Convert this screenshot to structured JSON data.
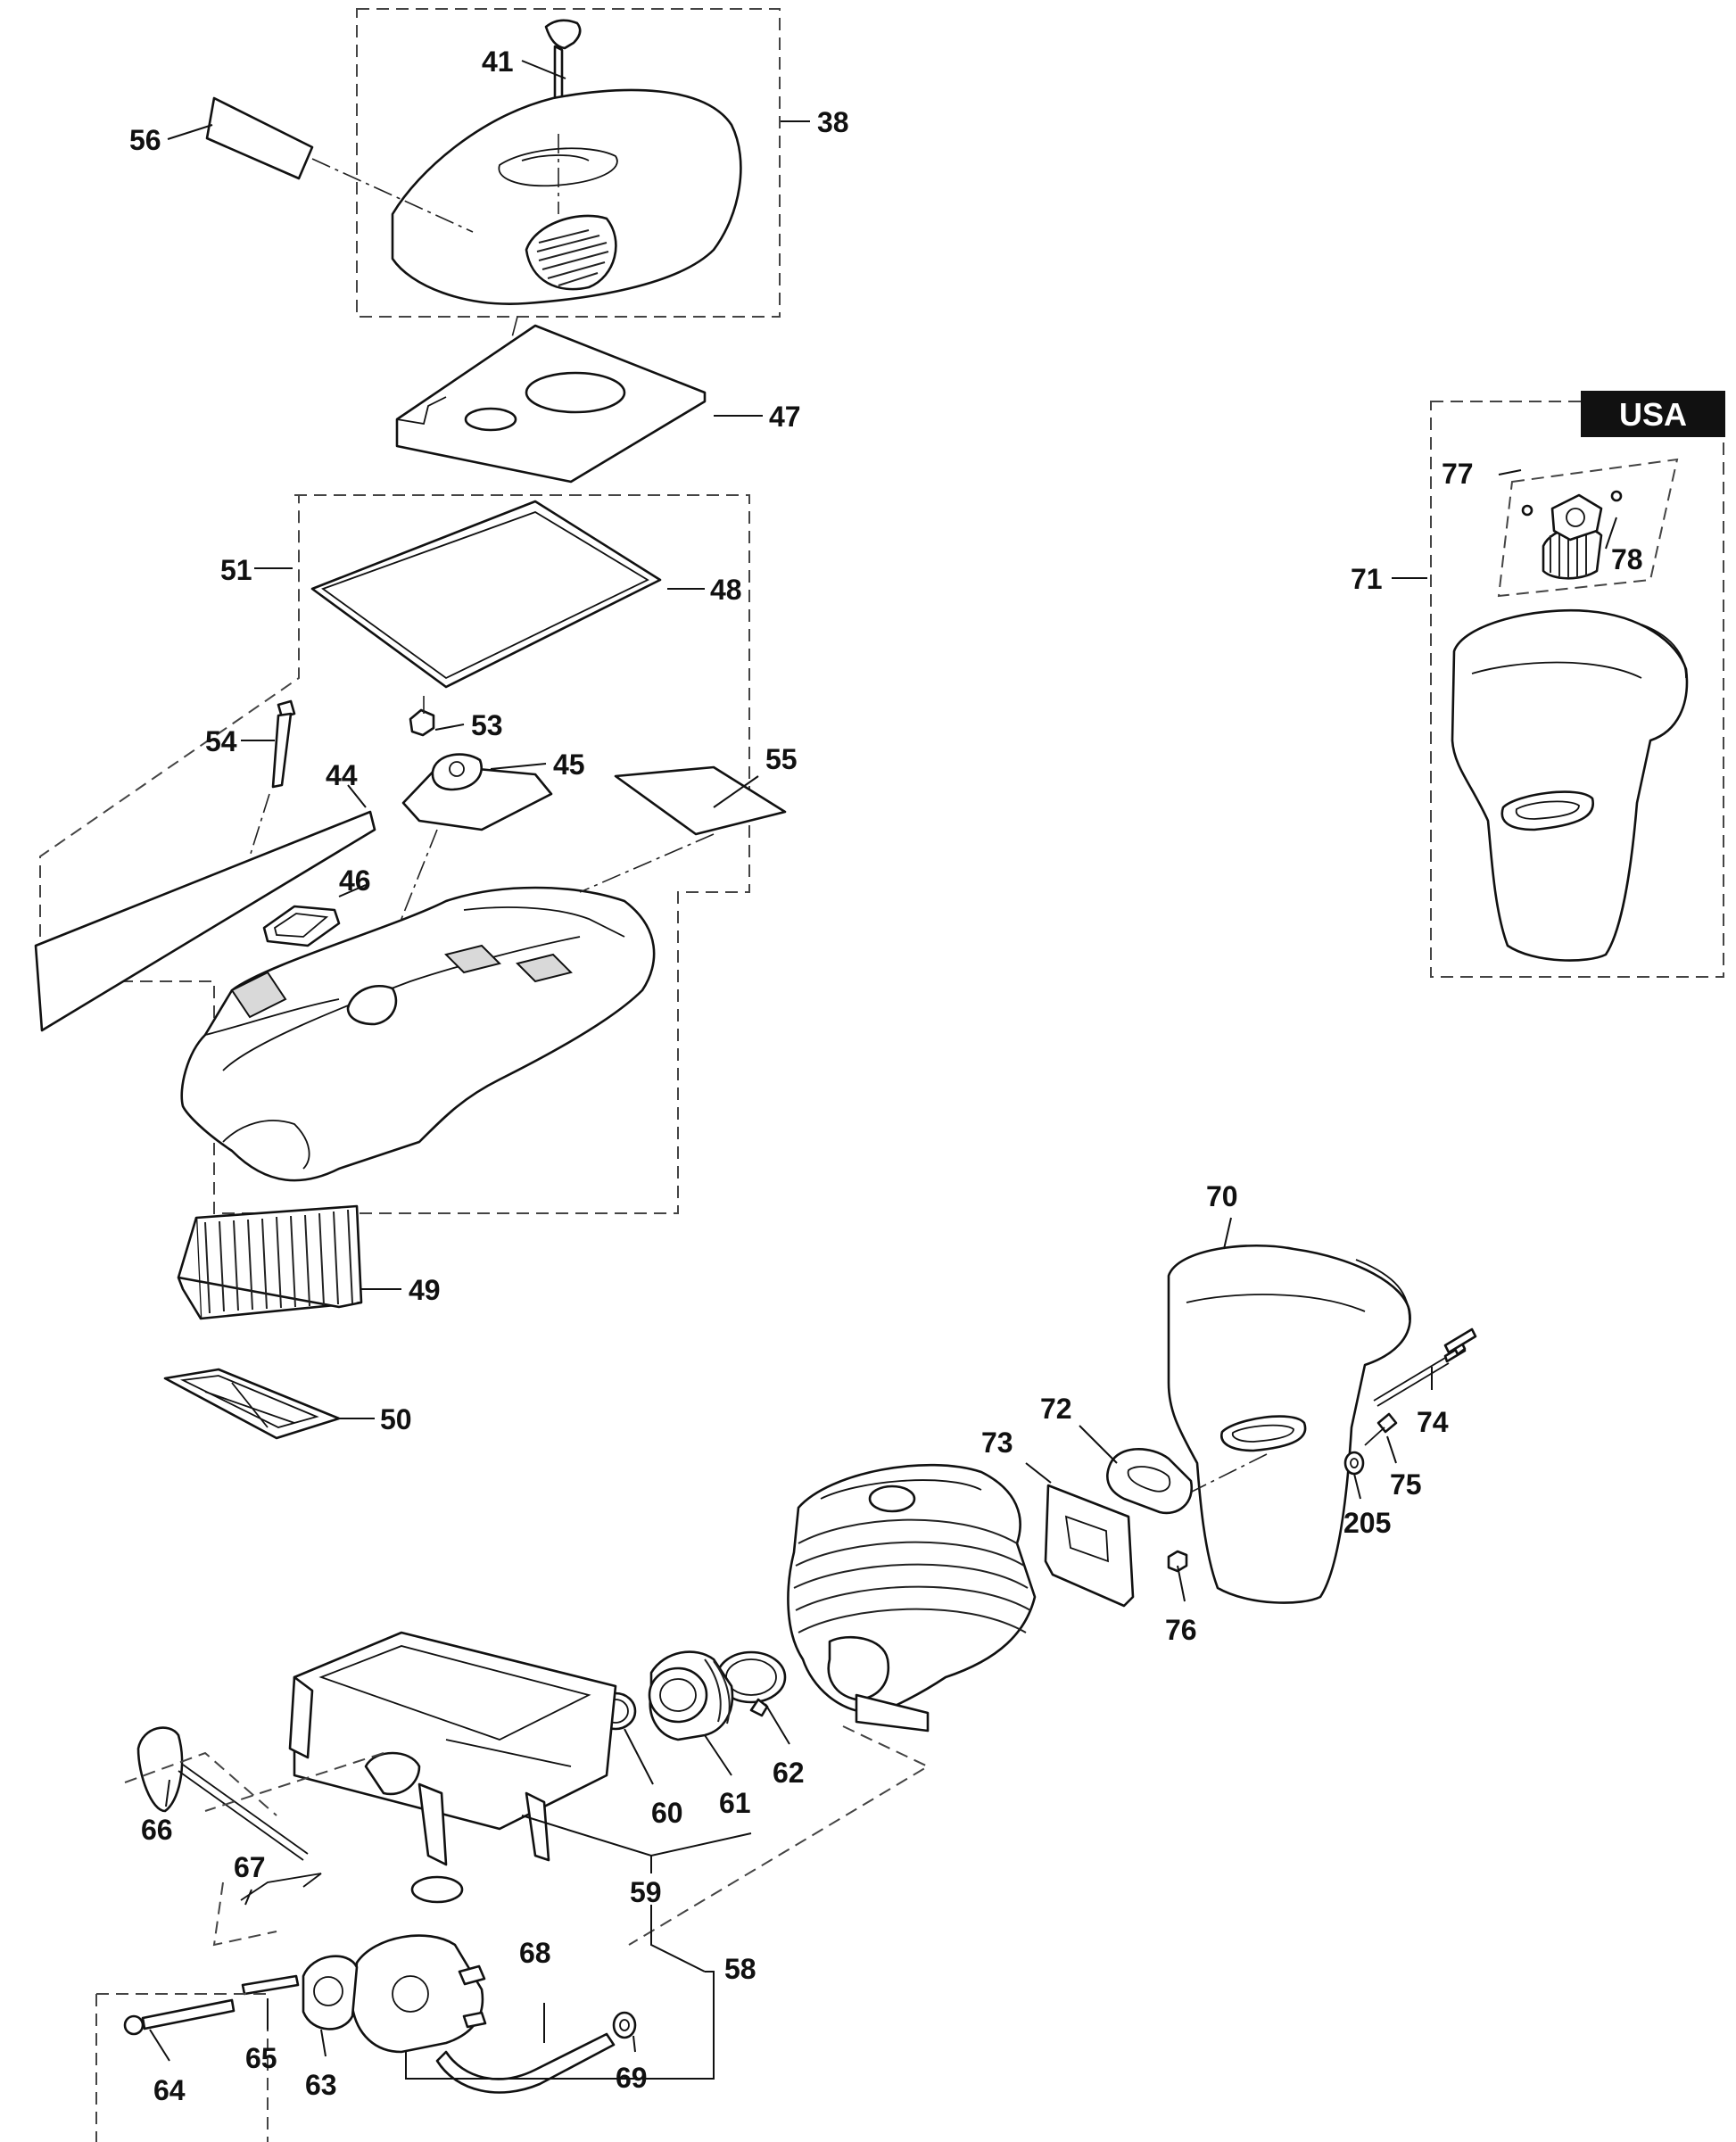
{
  "badge": {
    "region": "USA"
  },
  "callouts": {
    "c38": "38",
    "c41": "41",
    "c44": "44",
    "c45": "45",
    "c46": "46",
    "c47": "47",
    "c48": "48",
    "c49": "49",
    "c50": "50",
    "c51": "51",
    "c53": "53",
    "c54": "54",
    "c55": "55",
    "c56": "56",
    "c58": "58",
    "c59": "59",
    "c60": "60",
    "c61": "61",
    "c62": "62",
    "c63": "63",
    "c64": "64",
    "c65": "65",
    "c66": "66",
    "c67": "67",
    "c68": "68",
    "c69": "69",
    "c70": "70",
    "c71": "71",
    "c72": "72",
    "c73": "73",
    "c74": "74",
    "c75": "75",
    "c76": "76",
    "c77": "77",
    "c78": "78",
    "c205": "205"
  },
  "colors": {
    "ink": "#111111",
    "badge_bg": "#111111",
    "badge_text": "#ffffff",
    "paper": "#ffffff"
  }
}
